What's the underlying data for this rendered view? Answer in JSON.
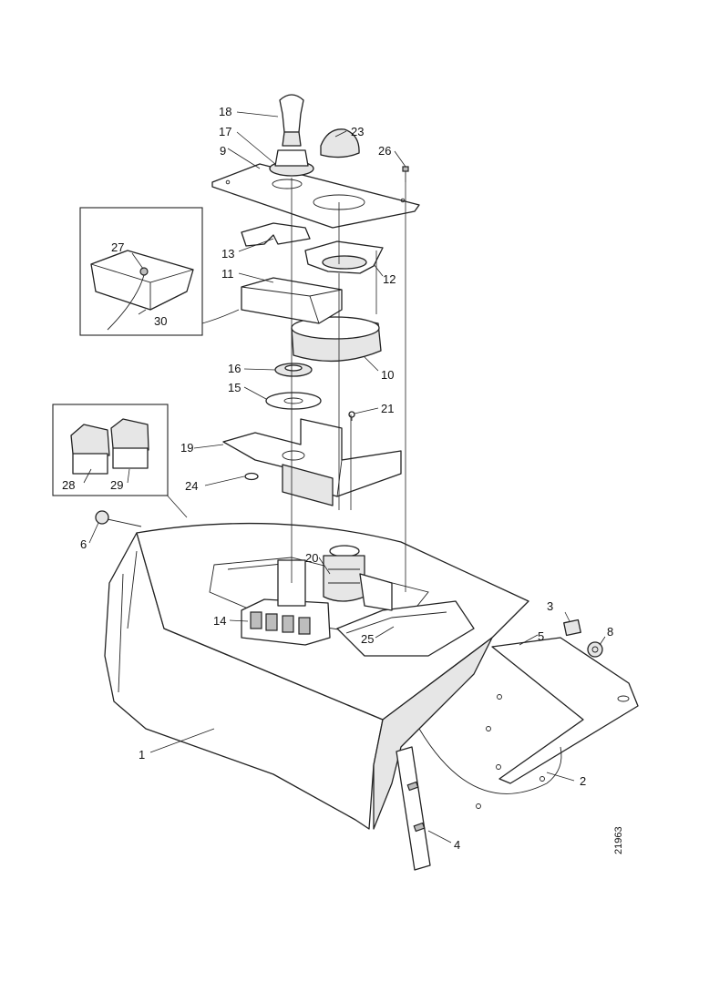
{
  "diagram": {
    "reference_number": "21963",
    "callouts": {
      "c1": "1",
      "c2": "2",
      "c3": "3",
      "c4": "4",
      "c5": "5",
      "c6": "6",
      "c8": "8",
      "c9": "9",
      "c10": "10",
      "c11": "11",
      "c12": "12",
      "c13": "13",
      "c14": "14",
      "c15": "15",
      "c16": "16",
      "c17": "17",
      "c18": "18",
      "c19": "19",
      "c20": "20",
      "c21": "21",
      "c23": "23",
      "c24": "24",
      "c25": "25",
      "c26": "26",
      "c27": "27",
      "c28": "28",
      "c29": "29",
      "c30": "30"
    }
  }
}
